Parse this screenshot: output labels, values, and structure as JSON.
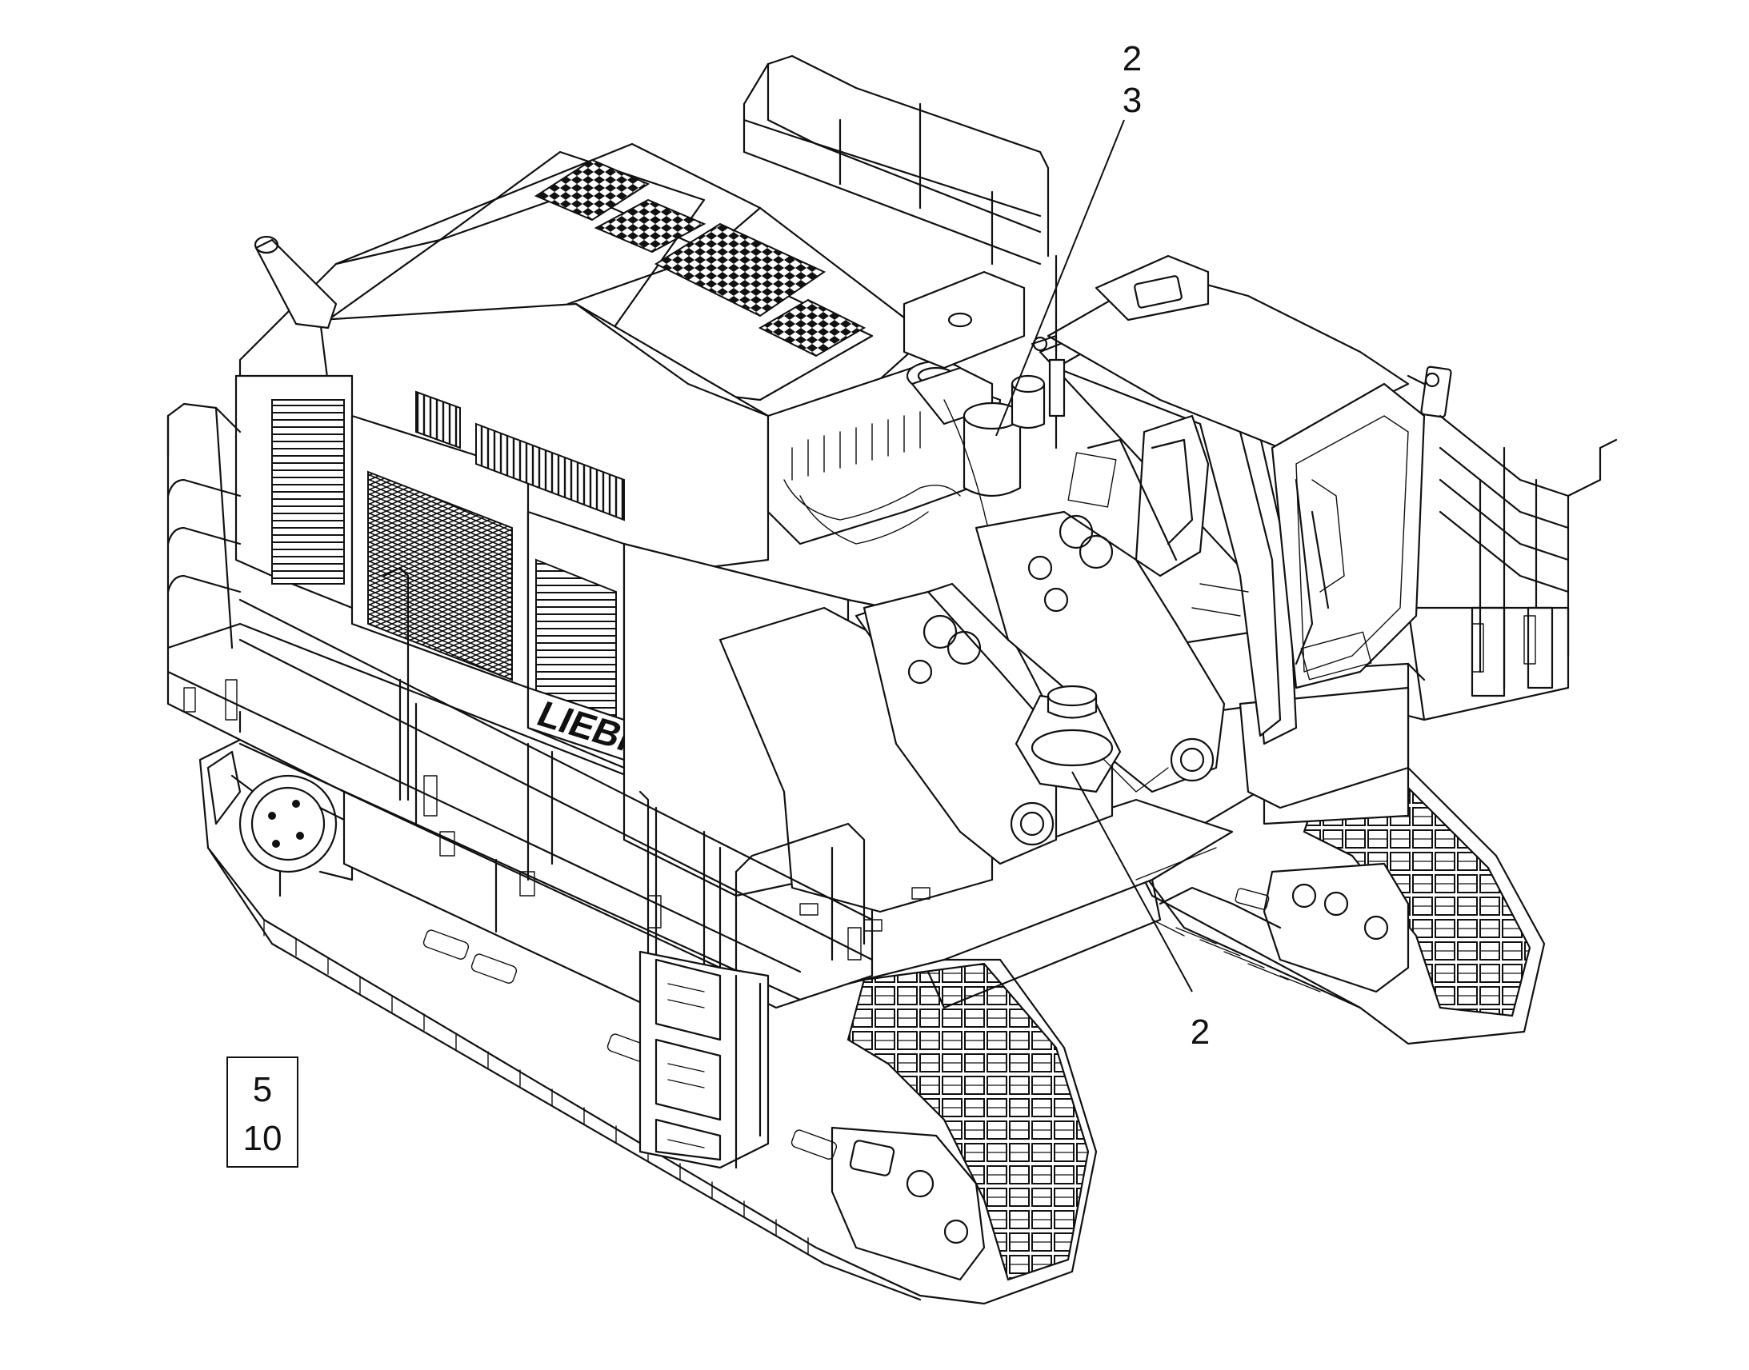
{
  "brand": {
    "logo_text": "LIEBHERR"
  },
  "callouts": [
    {
      "id": "top-upper",
      "label": "2"
    },
    {
      "id": "top-lower",
      "label": "3"
    },
    {
      "id": "bottom",
      "label": "2"
    }
  ],
  "reference_box": {
    "line1": "5",
    "line2": "10"
  }
}
